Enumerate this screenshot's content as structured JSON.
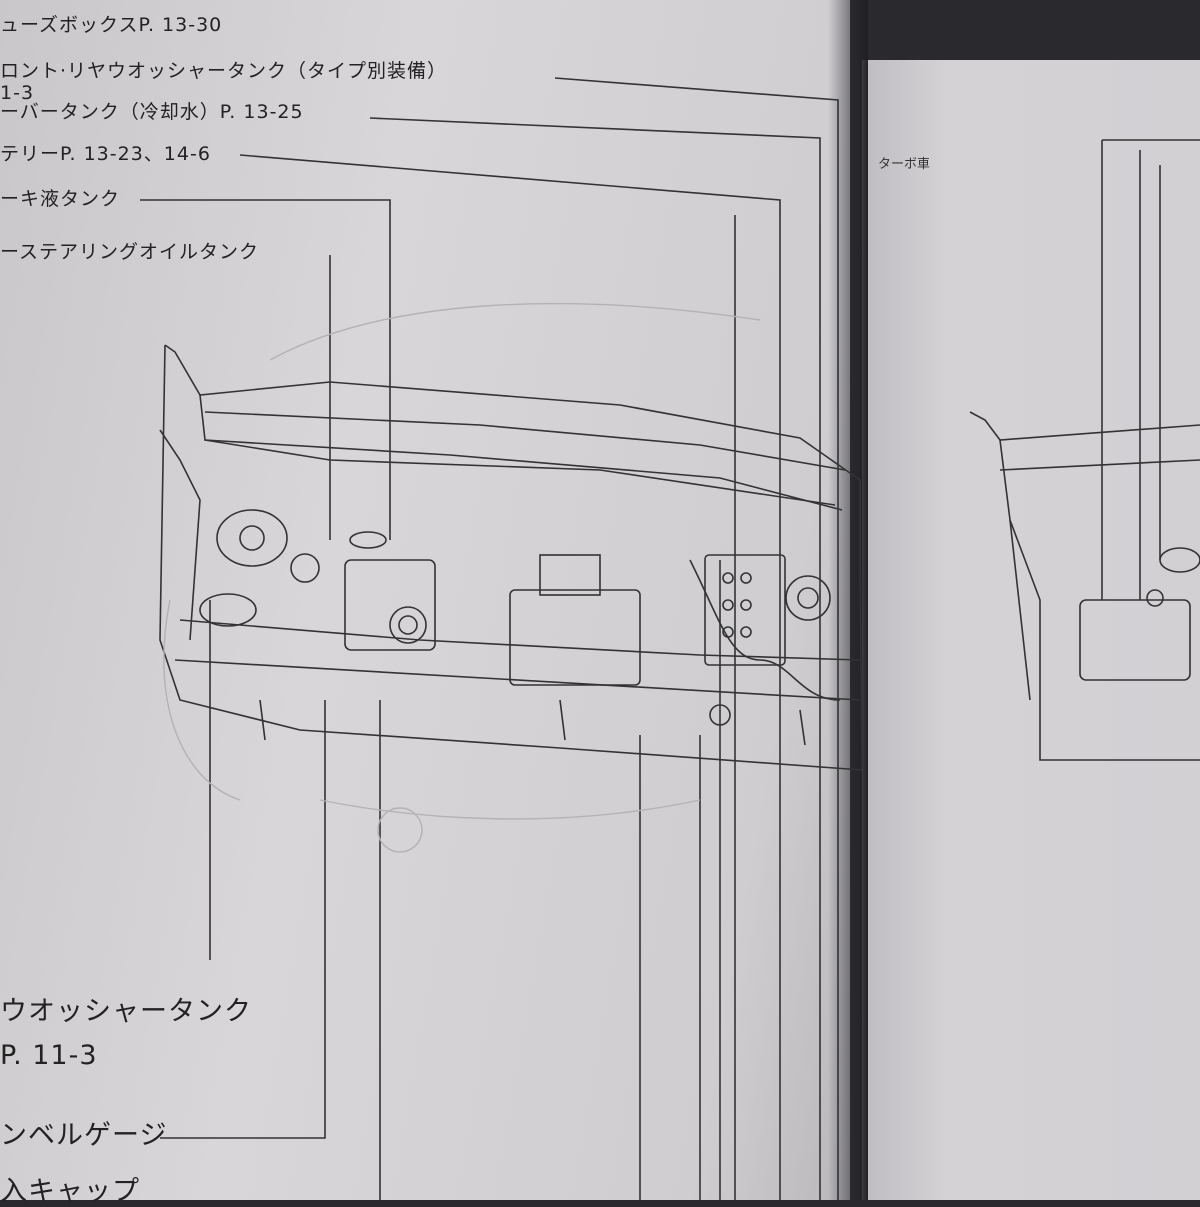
{
  "left_page": {
    "callouts_top": [
      "ューズボックスP. 13-30",
      "ロント·リヤウオッシャータンク（タイプ別装備）",
      "1-3",
      "ーバータンク（冷却水）P. 13-25",
      "テリーP. 13-23、14-6",
      "ーキ液タンク",
      "ーステアリングオイルタンク"
    ],
    "callouts_bottom": [
      "ウオッシャータンク",
      "P. 11-3",
      "ンベルゲージ",
      "入キャップ"
    ]
  },
  "right_page": {
    "header": "ターボ車"
  }
}
